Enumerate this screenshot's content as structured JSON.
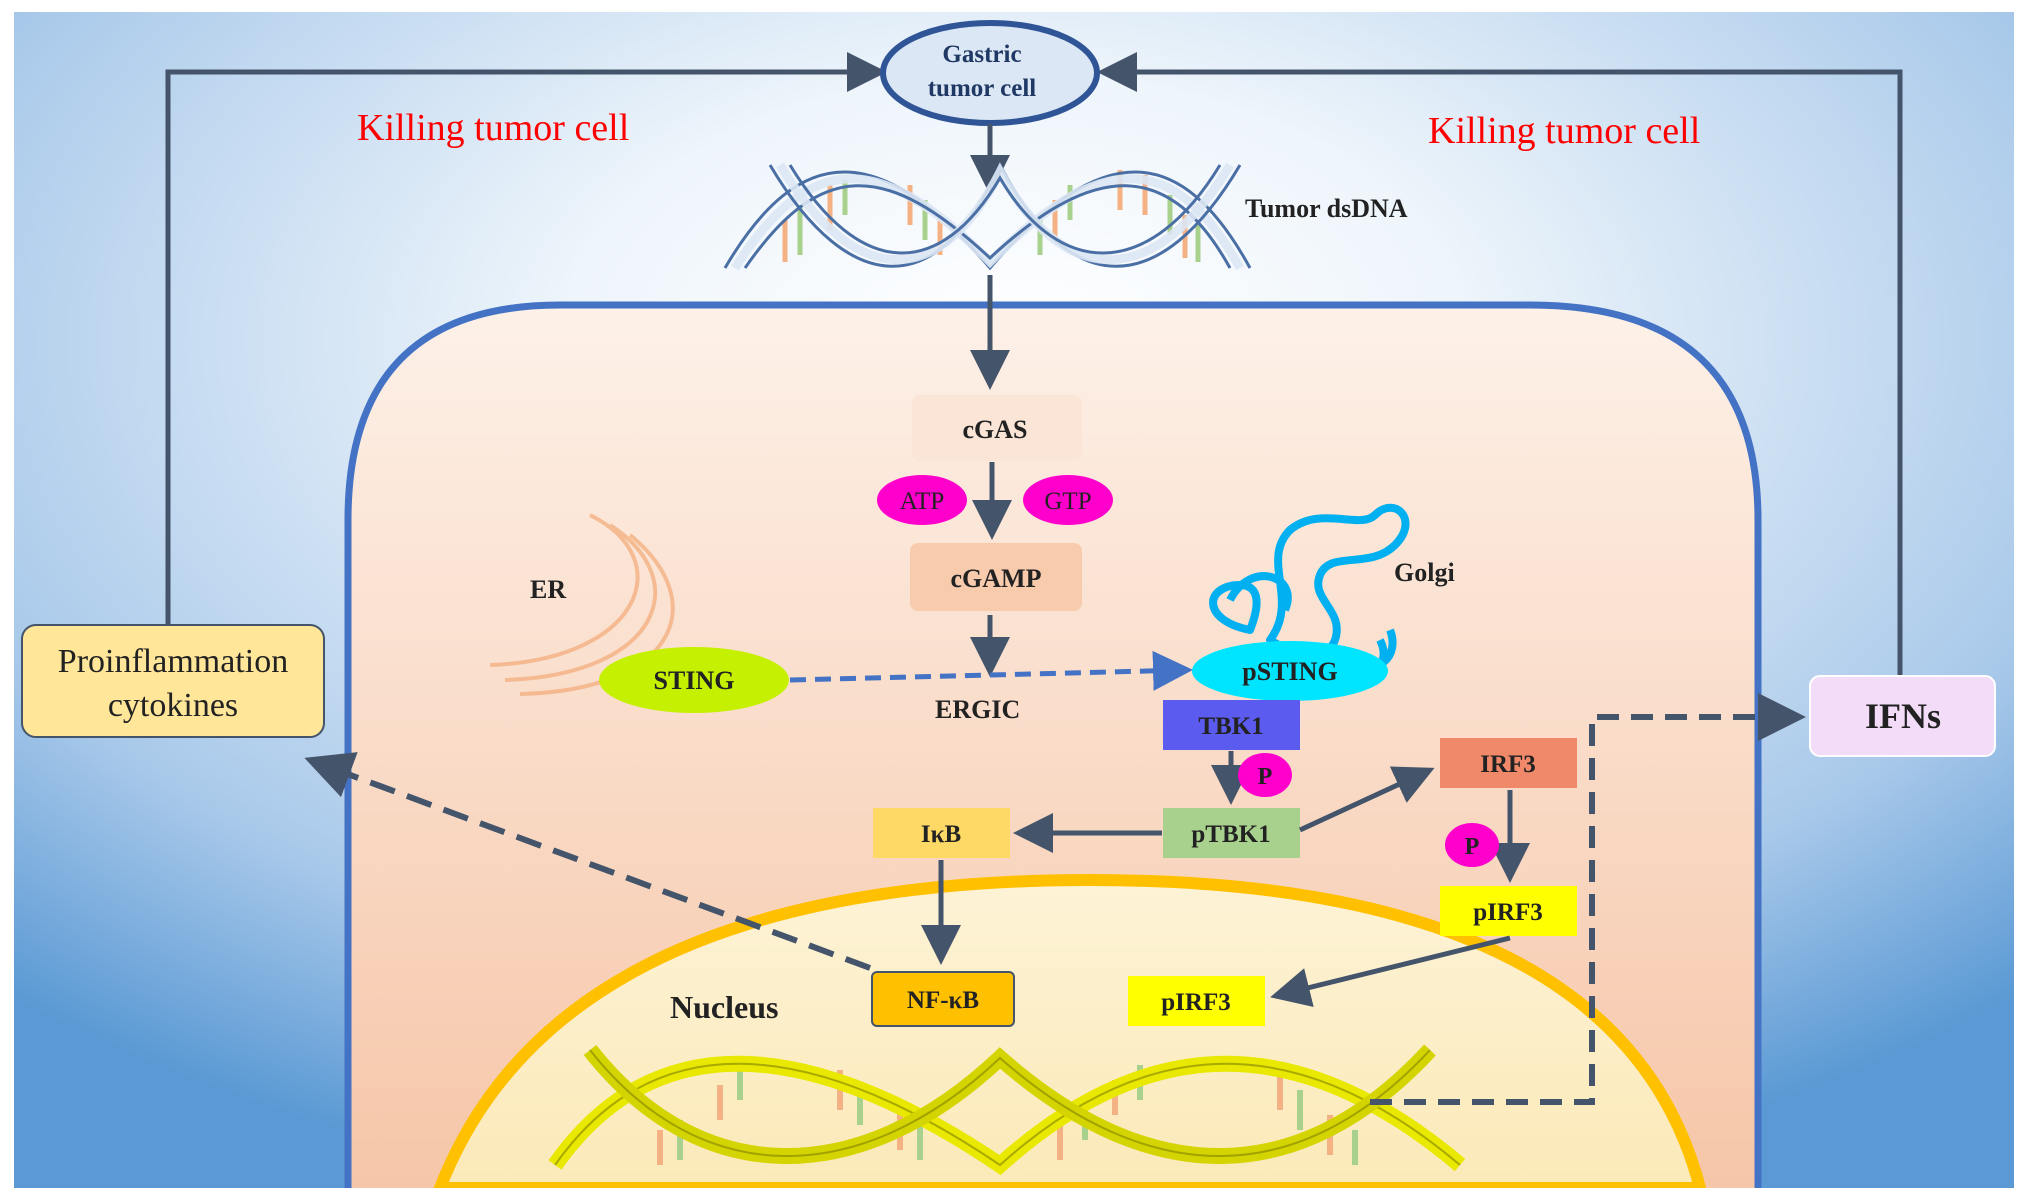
{
  "labels": {
    "gastric_tumor_cell_line1": "Gastric",
    "gastric_tumor_cell_line2": "tumor cell",
    "killing_left": "Killing tumor cell",
    "killing_right": "Killing tumor cell",
    "tumor_dsdna": "Tumor dsDNA",
    "cgas": "cGAS",
    "atp": "ATP",
    "gtp": "GTP",
    "cgamp": "cGAMP",
    "er": "ER",
    "golgi": "Golgi",
    "sting": "STING",
    "psting": "pSTING",
    "ergic": "ERGIC",
    "tbk1": "TBK1",
    "p_tbk1": "P",
    "ptbk1": "pTBK1",
    "ikb": "IκB",
    "irf3": "IRF3",
    "p_irf3": "P",
    "pirf3_cytoplasm": "pIRF3",
    "pirf3_nucleus": "pIRF3",
    "nfkb": "NF-κB",
    "nucleus": "Nucleus",
    "ifns": "IFNs",
    "proinflammation_line1": "Proinflammation",
    "proinflammation_line2": "cytokines"
  },
  "colors": {
    "background_blue": "#5b9bd5",
    "arrow": "#44546a",
    "killing_text": "#ff0000",
    "cell_border": "#4472c4",
    "cytoplasm": "#f8cbad",
    "nucleus_border": "#ffc000",
    "er_golgi_er": "#f4b183",
    "golgi": "#00b0f0",
    "cgas": "#fbe5d6",
    "cgamp": "#f8cbad",
    "atp_gtp": "#ff00cc",
    "sting": "#c5f000",
    "psting": "#00e5ff",
    "tbk1": "#5b5bf0",
    "ptbk1": "#a9d18e",
    "irf3": "#f0896a",
    "pirf3": "#ffff00",
    "ikb": "#ffd966",
    "nfkb": "#ffc000",
    "ifns": "#f2dcf7",
    "proinflammation": "#ffe699"
  }
}
